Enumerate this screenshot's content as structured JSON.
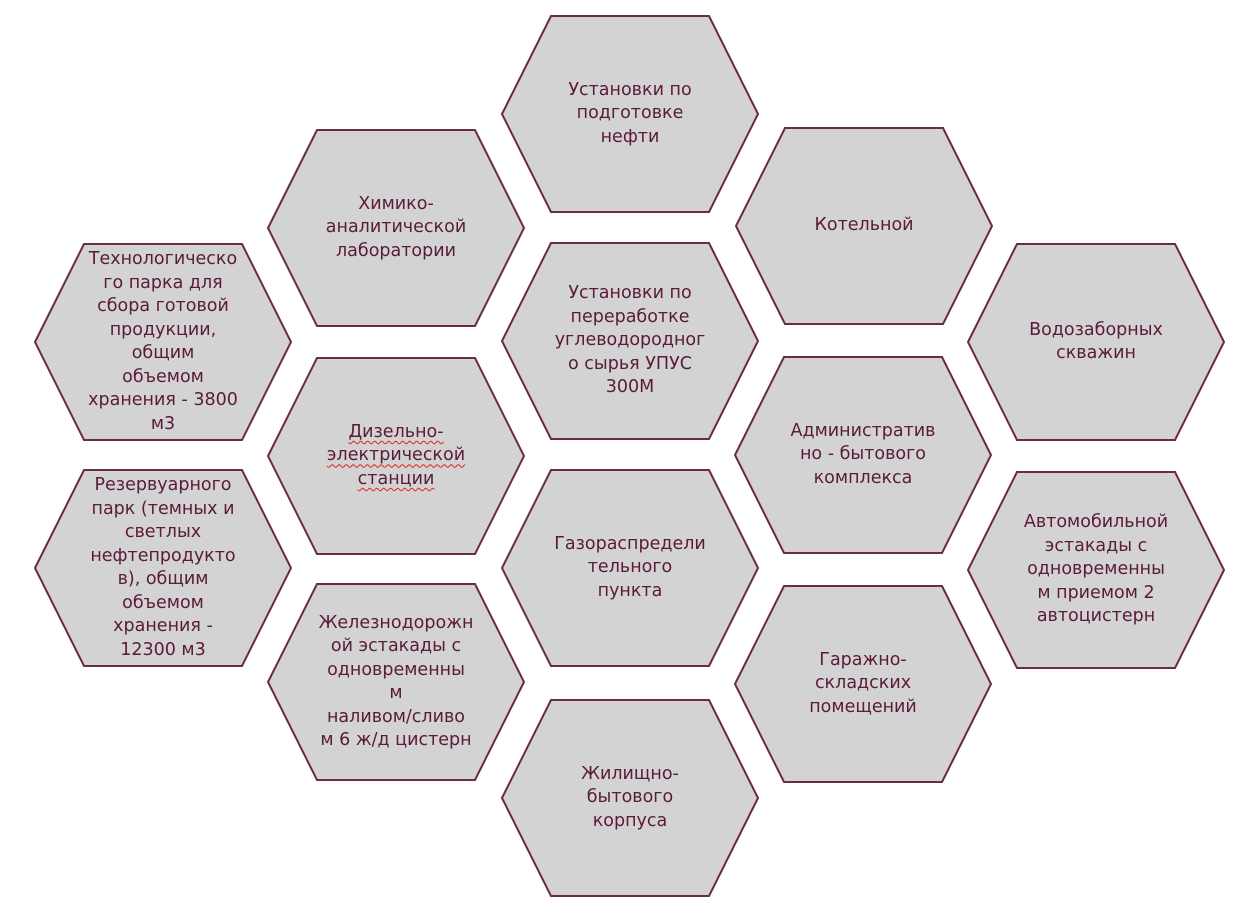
{
  "colors": {
    "hex_fill": "#d3d3d3",
    "hex_stroke": "#6b2a45",
    "text": "#5a1a3a",
    "spellcheck_underline": "#e02020"
  },
  "hexagons": [
    {
      "id": "oil-prep",
      "text": "Установки по\nподготовке\nнефти"
    },
    {
      "id": "chem-lab",
      "text": "Химико-\nаналитической\nлаборатории"
    },
    {
      "id": "boiler",
      "text": "Котельной"
    },
    {
      "id": "tank-park",
      "text": "Технологическо\nго парка для\nсбора готовой\nпродукции,\nобщим\nобъемом\nхранения - 3800\nм3"
    },
    {
      "id": "hydrocarbon-proc",
      "text": "Установки по\nпереработке\nуглеводородног\nо сырья УПУС\n300М"
    },
    {
      "id": "water-wells",
      "text": "Водозаборных\nскважин"
    },
    {
      "id": "diesel-station",
      "text": "Дизельно-\nэлектрической\nстанции",
      "spellcheck": true
    },
    {
      "id": "admin-complex",
      "text": "Административ\nно - бытового\nкомплекса"
    },
    {
      "id": "reservoir-park",
      "text": "Резервуарного\nпарк (темных и\nсветлых\nнефтепродукто\nв), общим\nобъемом\nхранения -\n12300 м3"
    },
    {
      "id": "gas-distribution",
      "text": "Газораспредели\nтельного\nпункта"
    },
    {
      "id": "truck-rack",
      "text": "Автомобильной\nэстакады с\nодновременны\nм приемом 2\nавтоцистерн"
    },
    {
      "id": "rail-rack",
      "text": "Железнодорожн\nой эстакады с\nодновременны\nм\nналивом/сливо\nм 6 ж/д цистерн"
    },
    {
      "id": "garage-warehouse",
      "text": "Гаражно-\nскладских\nпомещений"
    },
    {
      "id": "living-block",
      "text": "Жилищно-\nбытового\nкорпуса"
    }
  ]
}
